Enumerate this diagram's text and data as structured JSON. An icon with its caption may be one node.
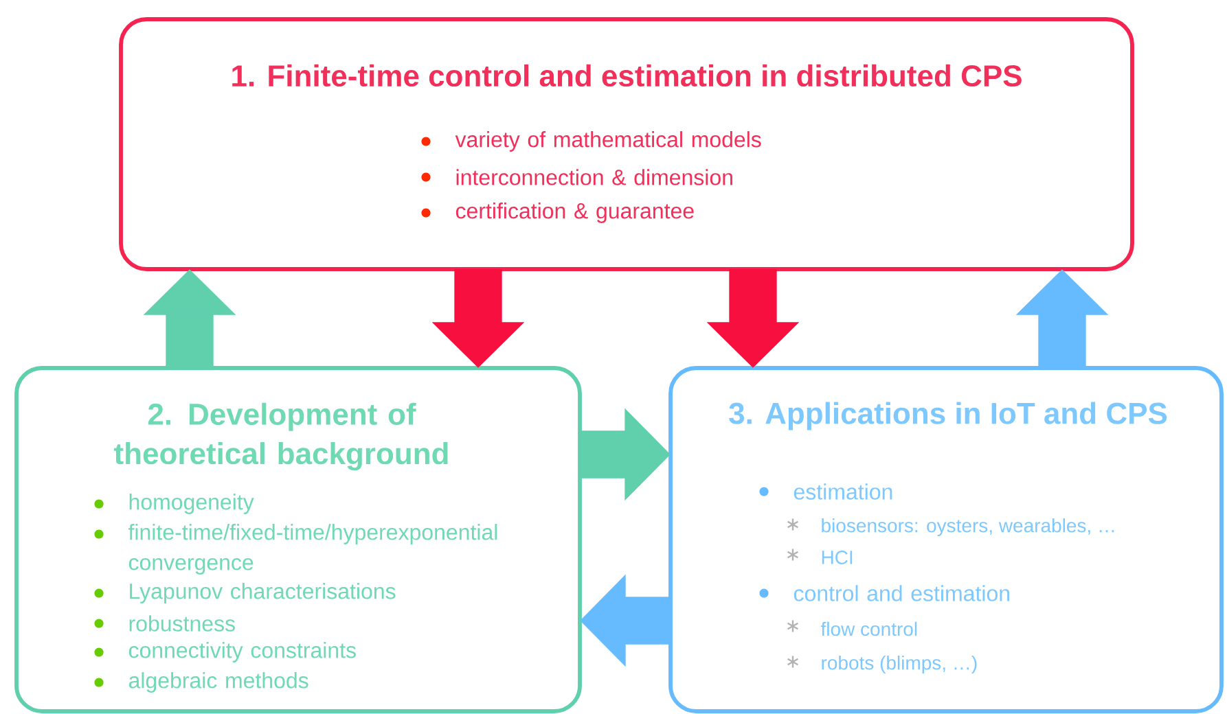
{
  "diagram": {
    "nodes": [
      {
        "text": [
          "1. Finite-time control and estimation in distributed CPS",
          "variety of mathematical models",
          "interconnection & dimension",
          "certification & guarantee"
        ]
      },
      {
        "text": [
          "2. Development of theoretical background",
          "homogeneity",
          "finite-time/fixed-time/hyperexponential convergence",
          "Lyapunov characterisations",
          "robustness",
          "connectivity constraints",
          "algebraic methods"
        ]
      },
      {
        "text": [
          "3. Applications in IoT and CPS",
          "estimation",
          "biosensors: oysters, wearables, …",
          "HCI",
          "control and estimation",
          "flow control",
          "robots (blimps, …)"
        ]
      }
    ],
    "edges": [
      {
        "from": 1,
        "to": 0,
        "arrow": "to",
        "color": "#5fcfac"
      },
      {
        "from": 0,
        "to": 1,
        "arrow": "to",
        "color": "#f7103f"
      },
      {
        "from": 0,
        "to": 2,
        "arrow": "to",
        "color": "#f7103f"
      },
      {
        "from": 2,
        "to": 0,
        "arrow": "to",
        "color": "#66bbff"
      },
      {
        "from": 1,
        "to": 2,
        "arrow": "to",
        "color": "#5fcfac"
      },
      {
        "from": 2,
        "to": 1,
        "arrow": "to",
        "color": "#66bbff"
      }
    ]
  }
}
